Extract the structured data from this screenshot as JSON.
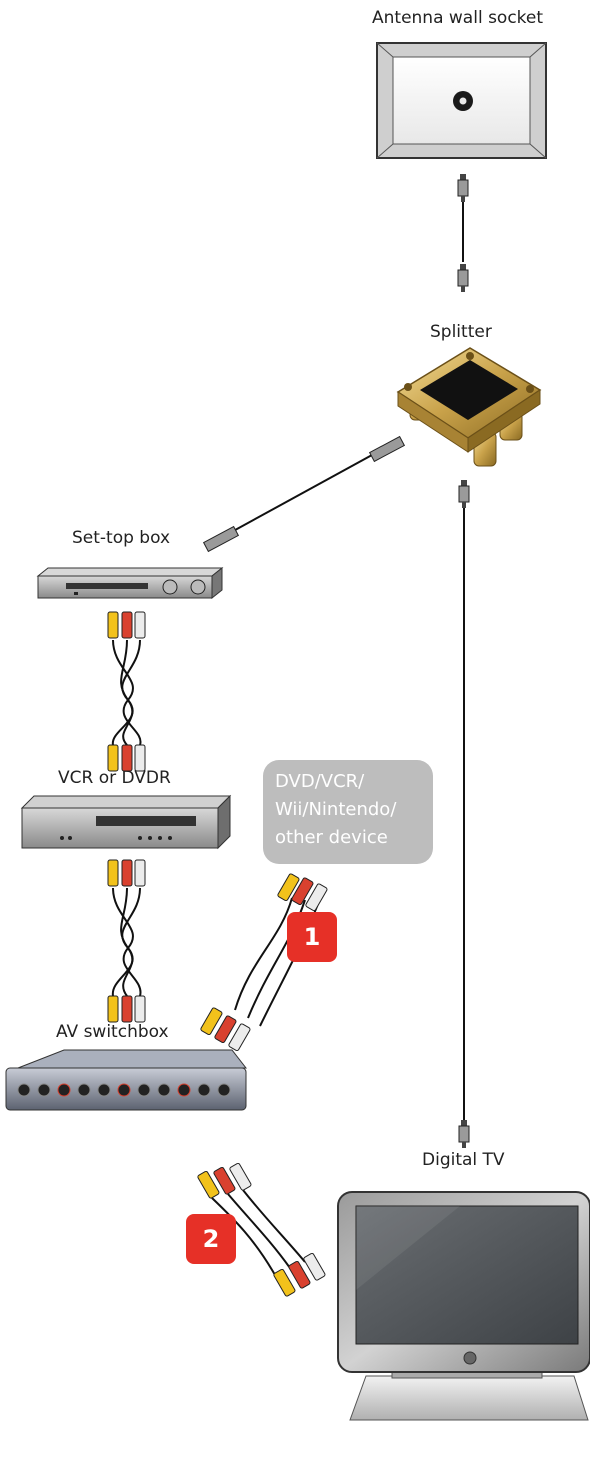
{
  "labels": {
    "antenna": "Antenna wall socket",
    "splitter": "Splitter",
    "settop": "Set-top box",
    "vcr": "VCR or DVDR",
    "switchbox": "AV switchbox",
    "tv": "Digital TV"
  },
  "note": {
    "lines": [
      "DVD/VCR/",
      "Wii/Nintendo/",
      "other device"
    ]
  },
  "badges": {
    "one": "1",
    "two": "2"
  },
  "colors": {
    "badge": "#e63027",
    "note_bg": "#bdbdbd",
    "rca_yellow": "#f2c21b",
    "rca_red": "#d9412f",
    "rca_white": "#ececec",
    "brass": "#c9a24a"
  }
}
